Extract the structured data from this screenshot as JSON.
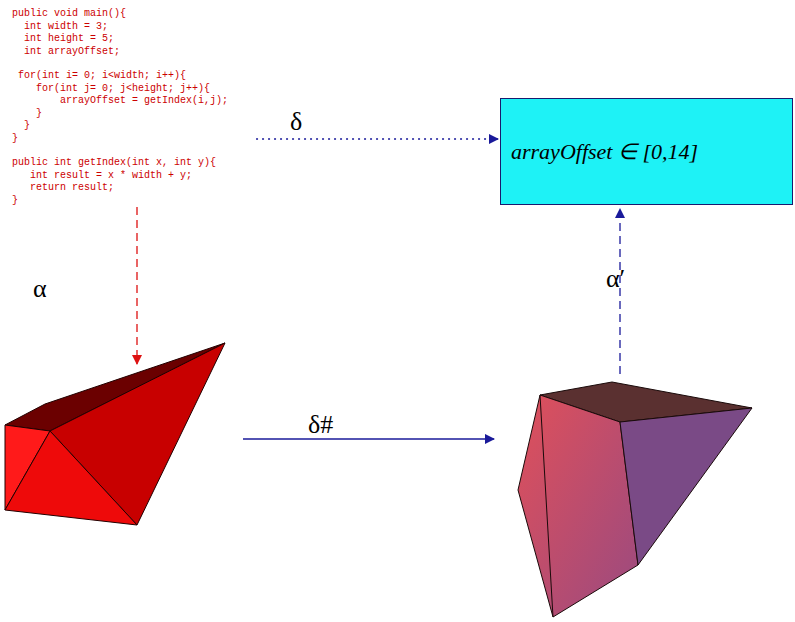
{
  "diagram": {
    "nodes": [
      {
        "text": [
          "public void main(){",
          "  int width = 3;",
          "  int height = 5;",
          "  int arrayOffset;",
          " for(int i= 0; i<width; i++){",
          "    for(int j= 0; j<height; j++){",
          "        arrayOffset = getIndex(i,j);",
          "    }",
          "  }",
          "}",
          "public int getIndex(int x, int y){",
          "   int result = x * width + y;",
          "   return result;",
          "}"
        ]
      },
      {
        "text": [
          "arrayOffset ∈ [0,14]"
        ]
      }
    ],
    "edges": [
      {
        "from": 0,
        "to": 1,
        "arrow": "to",
        "label": "δ"
      }
    ],
    "labels": [
      "α",
      "δ#",
      "α′"
    ]
  }
}
